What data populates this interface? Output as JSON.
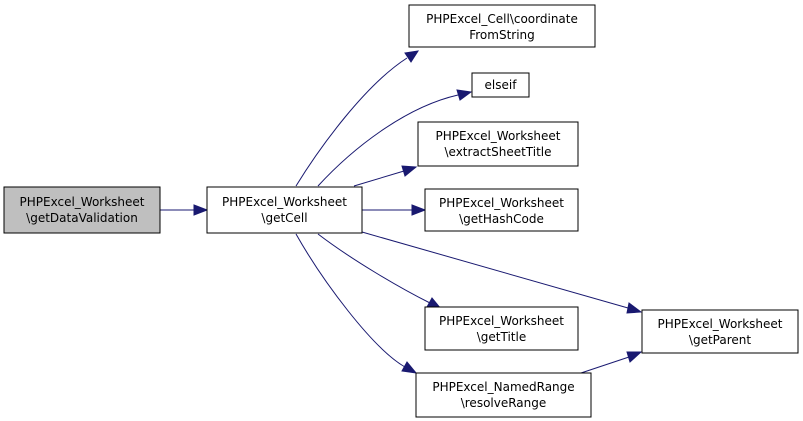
{
  "colors": {
    "node_fill": "#ffffff",
    "node_highlight_fill": "#bfbfbf",
    "node_stroke": "#000000",
    "edge": "#191970"
  },
  "nodes": {
    "get_data_validation": {
      "line1": "PHPExcel_Worksheet",
      "line2": "\\getDataValidation",
      "highlighted": true
    },
    "get_cell": {
      "line1": "PHPExcel_Worksheet",
      "line2": "\\getCell",
      "highlighted": false
    },
    "coordinate_from_string": {
      "line1": "PHPExcel_Cell\\coordinate",
      "line2": "FromString",
      "highlighted": false
    },
    "elseif": {
      "line1": "elseif",
      "line2": "",
      "highlighted": false
    },
    "extract_sheet_title": {
      "line1": "PHPExcel_Worksheet",
      "line2": "\\extractSheetTitle",
      "highlighted": false
    },
    "get_hash_code": {
      "line1": "PHPExcel_Worksheet",
      "line2": "\\getHashCode",
      "highlighted": false
    },
    "get_title": {
      "line1": "PHPExcel_Worksheet",
      "line2": "\\getTitle",
      "highlighted": false
    },
    "resolve_range": {
      "line1": "PHPExcel_NamedRange",
      "line2": "\\resolveRange",
      "highlighted": false
    },
    "get_parent": {
      "line1": "PHPExcel_Worksheet",
      "line2": "\\getParent",
      "highlighted": false
    }
  },
  "edges": [
    {
      "from": "get_data_validation",
      "to": "get_cell"
    },
    {
      "from": "get_cell",
      "to": "coordinate_from_string"
    },
    {
      "from": "get_cell",
      "to": "elseif"
    },
    {
      "from": "get_cell",
      "to": "extract_sheet_title"
    },
    {
      "from": "get_cell",
      "to": "get_hash_code"
    },
    {
      "from": "get_cell",
      "to": "get_parent"
    },
    {
      "from": "get_cell",
      "to": "get_title"
    },
    {
      "from": "get_cell",
      "to": "resolve_range"
    },
    {
      "from": "resolve_range",
      "to": "get_parent"
    }
  ]
}
